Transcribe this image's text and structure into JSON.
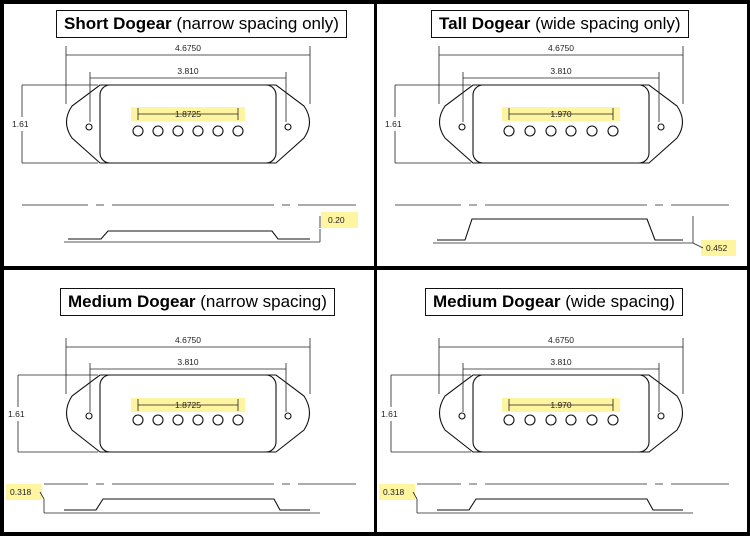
{
  "panels": [
    {
      "title_bold": "Short Dogear",
      "title_rest": "(narrow spacing only)",
      "dims": {
        "outer": "4.6750",
        "inner": "3.810",
        "pole": "1.8725",
        "height": "1.61",
        "side": "0.20"
      }
    },
    {
      "title_bold": "Tall Dogear",
      "title_rest": "(wide spacing only)",
      "dims": {
        "outer": "4.6750",
        "inner": "3.810",
        "pole": "1.970",
        "height": "1.61",
        "side": "0.452"
      }
    },
    {
      "title_bold": "Medium Dogear",
      "title_rest": "(narrow spacing)",
      "dims": {
        "outer": "4.6750",
        "inner": "3.810",
        "pole": "1.8725",
        "height": "1.61",
        "side": "0.318"
      }
    },
    {
      "title_bold": "Medium Dogear",
      "title_rest": "(wide spacing)",
      "dims": {
        "outer": "4.6750",
        "inner": "3.810",
        "pole": "1.970",
        "height": "1.61",
        "side": "0.318"
      }
    }
  ]
}
